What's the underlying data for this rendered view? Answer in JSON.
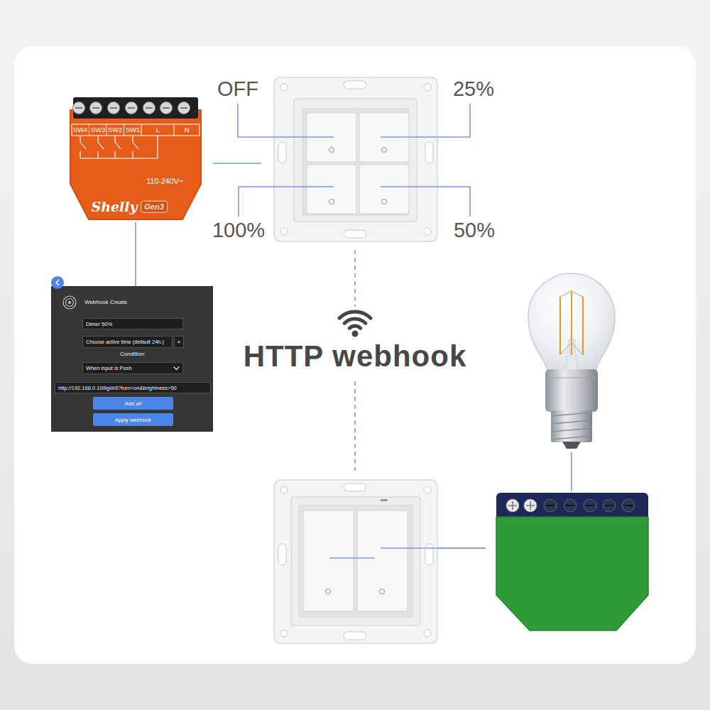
{
  "diagram": {
    "nodes": [
      {
        "text": [
          "SW4",
          "SW3",
          "SW2",
          "SW1",
          "L",
          "N",
          "110-240V~",
          "Shelly",
          "Gen3"
        ]
      },
      {
        "text": [
          "Webhook Create",
          "Condition:"
        ]
      },
      {
        "text": [
          "Dimer 50%"
        ],
        "in": 1
      },
      {
        "text": [
          "Choose active time (default 24h.)"
        ],
        "in": 1
      },
      {
        "text": [
          "×"
        ],
        "in": 1
      },
      {
        "text": [
          "When input is Push"
        ],
        "in": 1
      },
      {
        "text": [
          "http://192.168.0.10/light/0?turn=on&brightness=50"
        ],
        "in": 1
      },
      {
        "text": [
          "Add url"
        ],
        "in": 1
      },
      {
        "text": [
          "Apply webhook"
        ],
        "in": 1
      }
    ],
    "edges": [
      {
        "from": 0,
        "to": 1,
        "arrow": "none"
      }
    ],
    "labels": [
      "OFF",
      "25%",
      "100%",
      "50%",
      "HTTP webhook"
    ]
  }
}
